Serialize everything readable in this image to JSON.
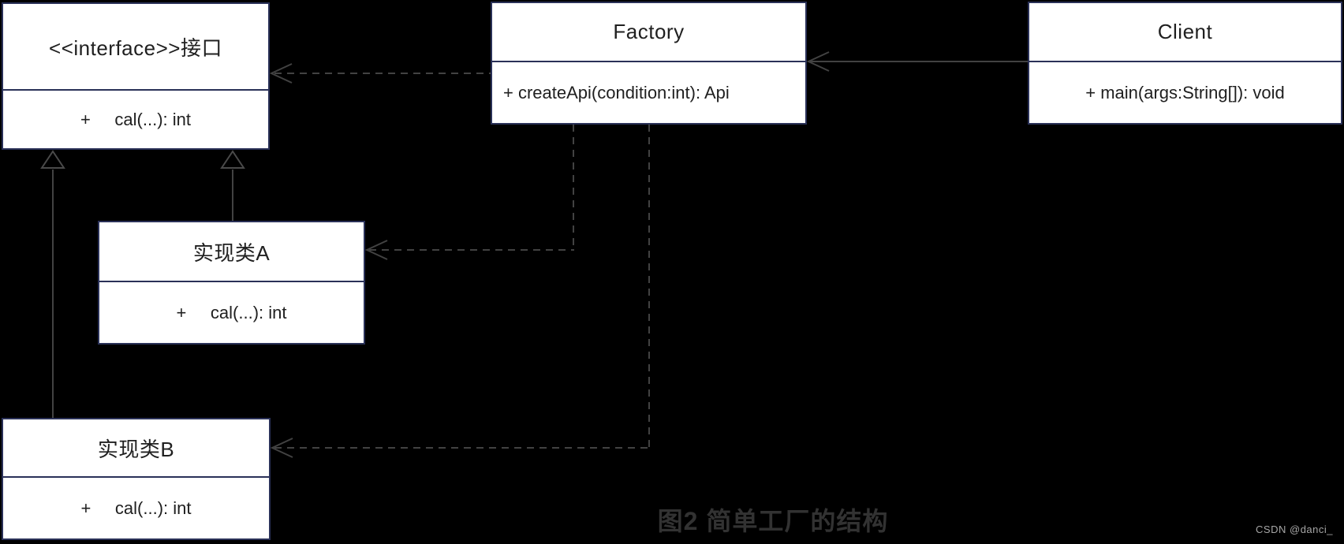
{
  "diagram": {
    "caption": "图2 简单工厂的结构",
    "watermark": "CSDN @danci_",
    "classes": [
      {
        "id": "interface",
        "title": "<<interface>>接口",
        "members": [
          "+     cal(...): int"
        ]
      },
      {
        "id": "factory",
        "title": "Factory",
        "members": [
          "+ createApi(condition:int): Api"
        ]
      },
      {
        "id": "client",
        "title": "Client",
        "members": [
          "+ main(args:String[]): void"
        ]
      },
      {
        "id": "impl-a",
        "title": "实现类A",
        "members": [
          "+     cal(...): int"
        ]
      },
      {
        "id": "impl-b",
        "title": "实现类B",
        "members": [
          "+     cal(...): int"
        ]
      }
    ],
    "relations": [
      {
        "from": "Factory",
        "to": "<<interface>>接口",
        "type": "dependency-dashed-open-arrow"
      },
      {
        "from": "Client",
        "to": "Factory",
        "type": "association-solid-open-arrow"
      },
      {
        "from": "实现类A",
        "to": "<<interface>>接口",
        "type": "realization-solid-hollow-triangle"
      },
      {
        "from": "实现类B",
        "to": "<<interface>>接口",
        "type": "realization-solid-hollow-triangle"
      },
      {
        "from": "Factory",
        "to": "实现类A",
        "type": "dependency-dashed-open-arrow"
      },
      {
        "from": "Factory",
        "to": "实现类B",
        "type": "dependency-dashed-open-arrow"
      }
    ],
    "colors": {
      "background": "#000000",
      "box_fill": "#ffffff",
      "box_border": "#2a3158",
      "line": "#424242",
      "text": "#202020",
      "caption": "#323232",
      "watermark": "#a6a6a6"
    }
  }
}
